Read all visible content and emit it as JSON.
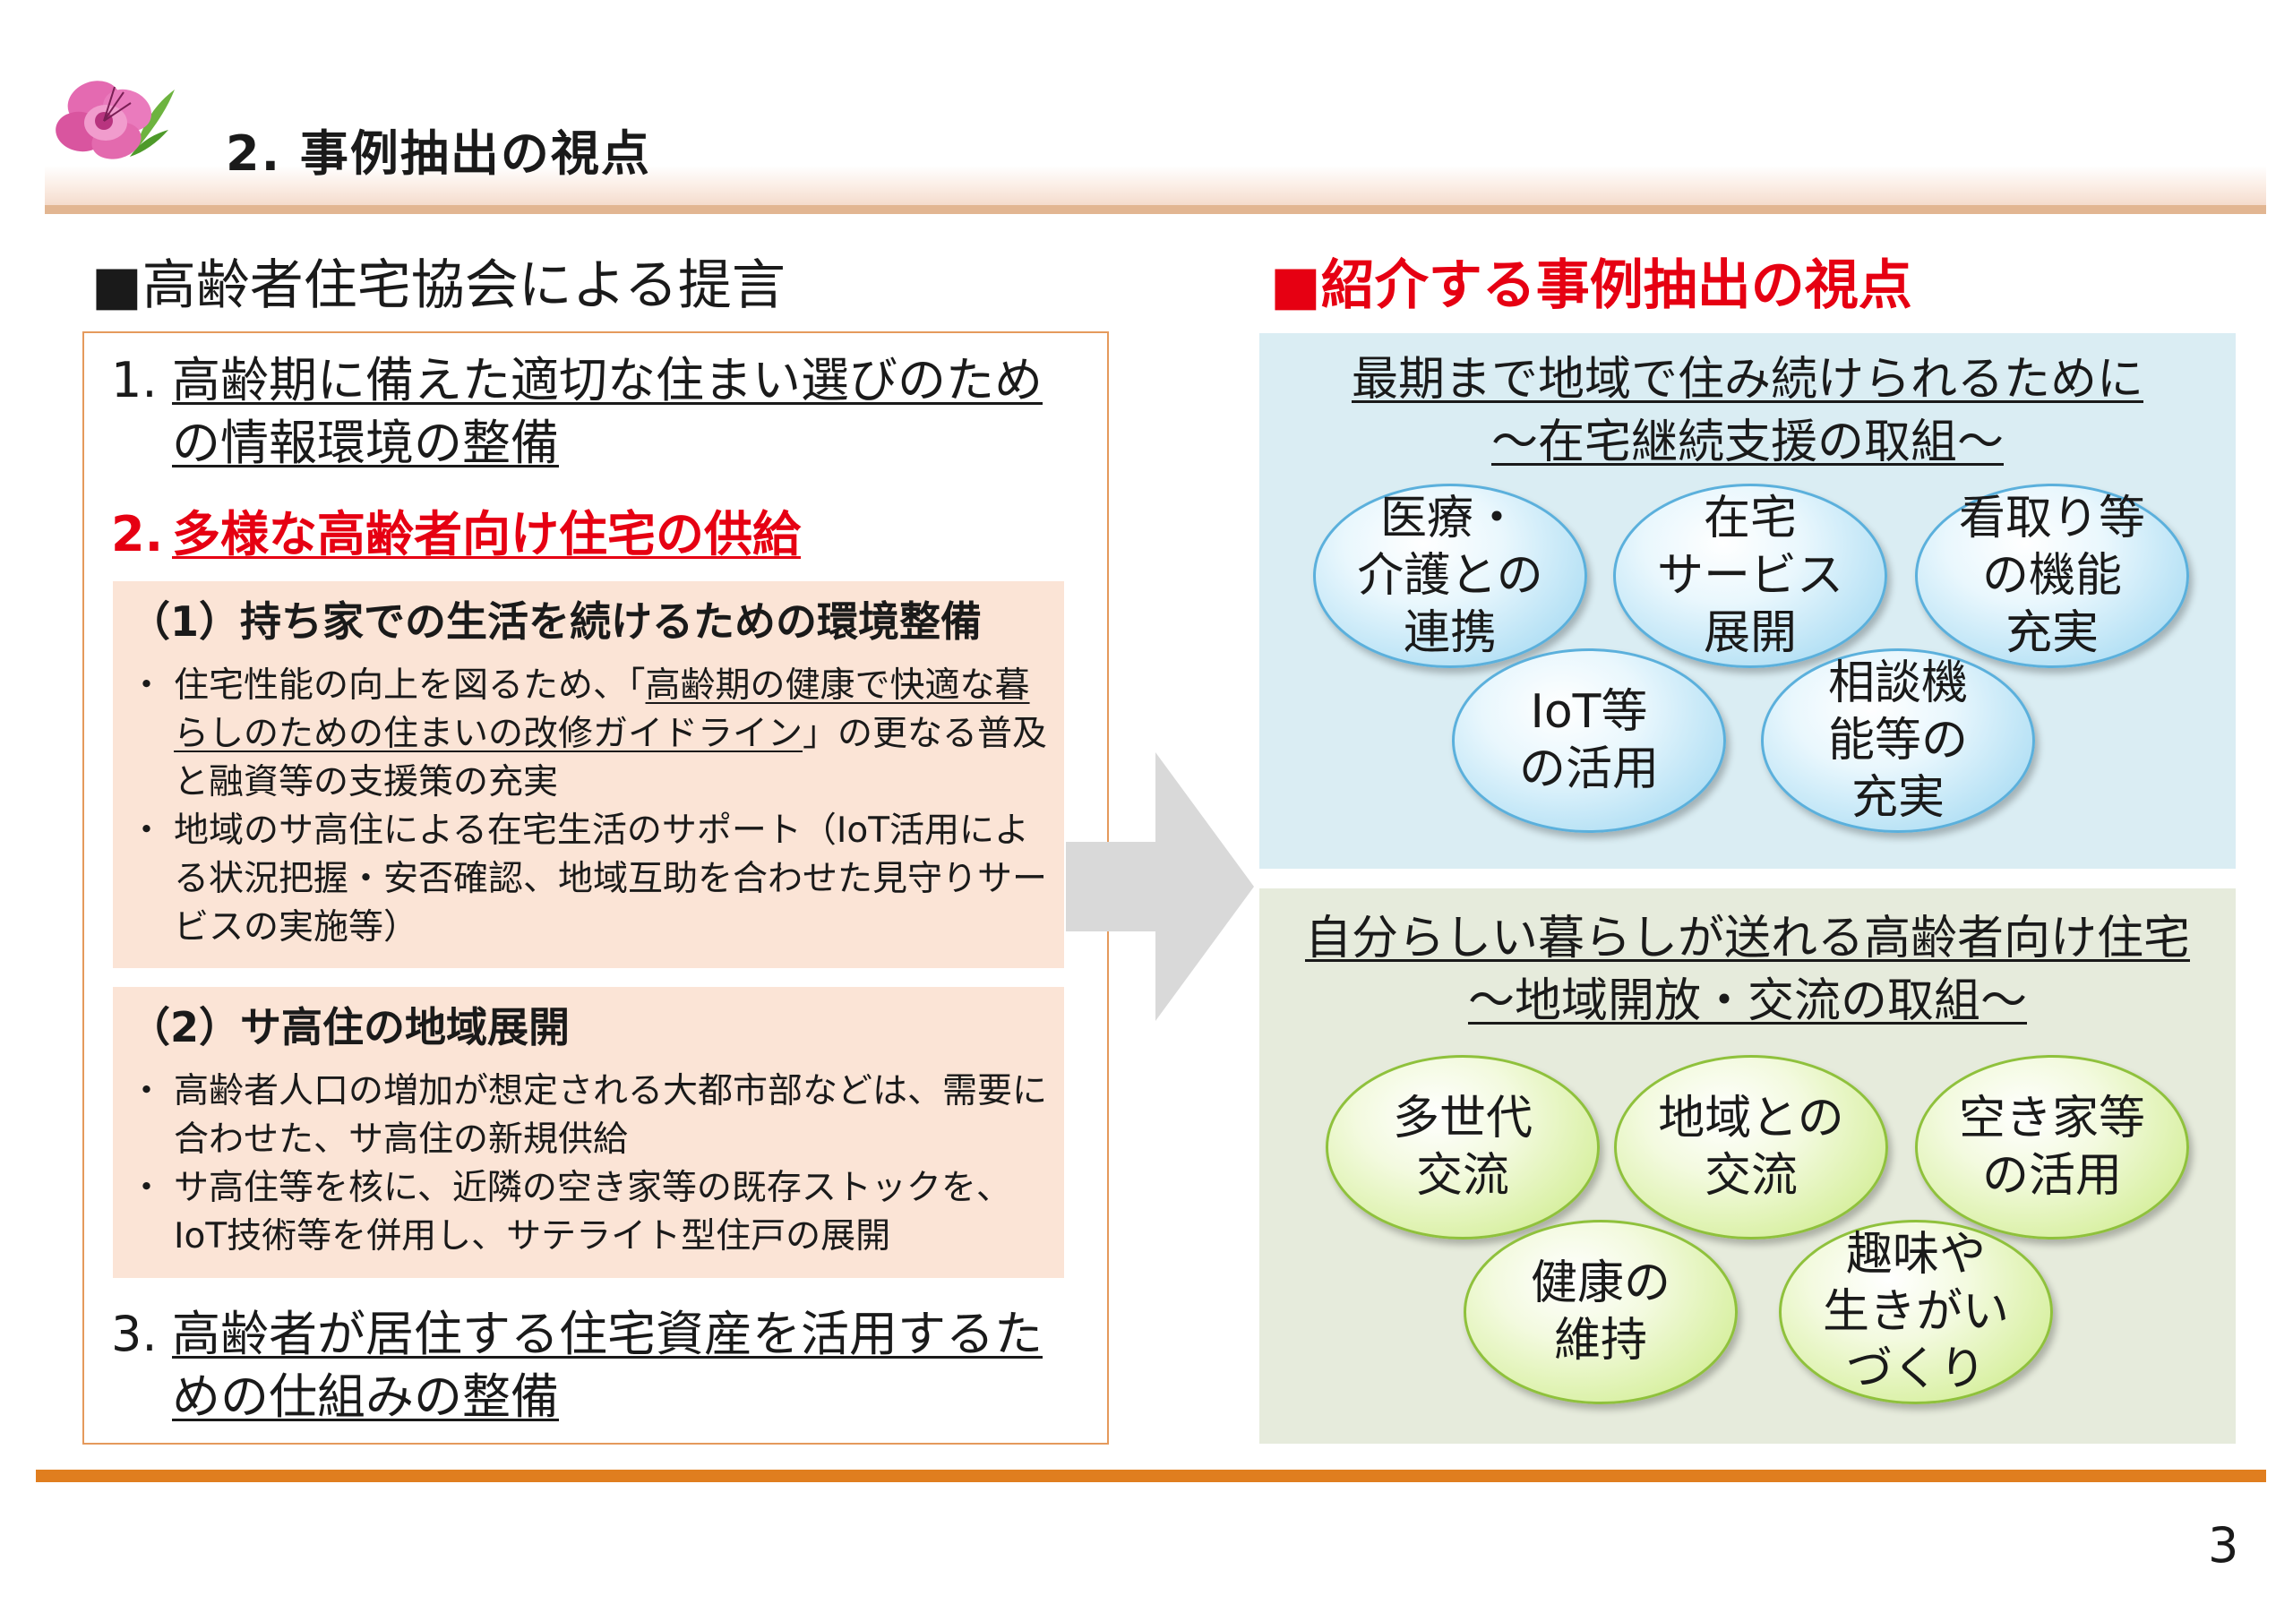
{
  "header": {
    "title": "2. 事例抽出の視点",
    "logo_icon": "pink-azalea-flower-icon"
  },
  "left": {
    "heading": "■高齢者住宅協会による提言",
    "item1": {
      "number": "1.",
      "text": "高齢期に備えた適切な住まい選びのための情報環境の整備"
    },
    "item2": {
      "number": "2.",
      "text": "多様な高齢者向け住宅の供給"
    },
    "sub1": {
      "title": "（1）持ち家での生活を続けるための環境整備",
      "bullet1_pre": "住宅性能の向上を図るため、「",
      "bullet1_link": "高齢期の健康で快適な暮らしのための住まいの改修ガイドライン",
      "bullet1_post": "」の更なる普及と融資等の支援策の充実",
      "bullet2": "地域のサ高住による在宅生活のサポート（IoT活用による状況把握・安否確認、地域互助を合わせた見守りサービスの実施等）"
    },
    "sub2": {
      "title": "（2）サ高住の地域展開",
      "bullet1": "高齢者人口の増加が想定される大都市部などは、需要に合わせた、サ高住の新規供給",
      "bullet2": "サ高住等を核に、近隣の空き家等の既存ストックを、IoT技術等を併用し、サテライト型住戸の展開"
    },
    "item3": {
      "number": "3.",
      "text": "高齢者が居住する住宅資産を活用するための仕組みの整備"
    }
  },
  "right": {
    "heading": "■紹介する事例抽出の視点",
    "panel1": {
      "title_line1": "最期まで地域で住み続けられるために",
      "title_line2": "～在宅継続支援の取組～",
      "bubbles": [
        "医療・\n介護との\n連携",
        "在宅\nサービス\n展開",
        "看取り等\nの機能\n充実",
        "IoT等\nの活用",
        "相談機\n能等の\n充実"
      ]
    },
    "panel2": {
      "title_line1": "自分らしい暮らしが送れる高齢者向け住宅",
      "title_line2": "～地域開放・交流の取組～",
      "bubbles": [
        "多世代\n交流",
        "地域との\n交流",
        "空き家等\nの活用",
        "健康の\n維持",
        "趣味や\n生きがい\nづくり"
      ]
    }
  },
  "colors": {
    "accent_red": "#e60012",
    "orange_rule": "#e07e1f",
    "sub_box_fill": "#fbe4d6",
    "panel_blue": "#daedf3",
    "panel_green": "#e6ebdc"
  },
  "page_number": "3"
}
